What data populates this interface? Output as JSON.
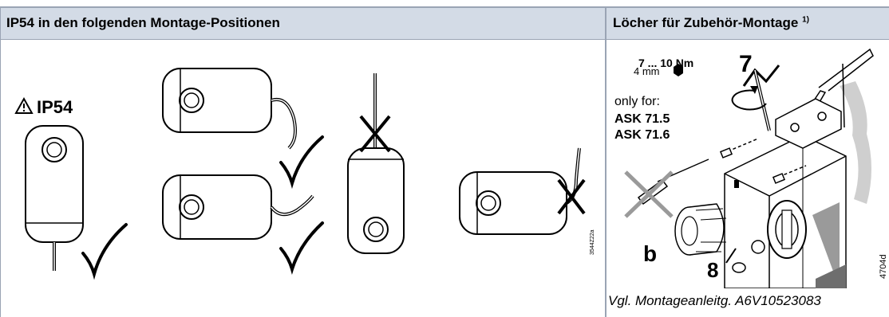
{
  "header": {
    "left_title": "IP54 in den folgenden Montage-Positionen",
    "right_title": "Löcher für Zubehör-Montage",
    "right_footnote": "1)"
  },
  "left_panel": {
    "ip_label": "IP54",
    "figure_code": "3544Z22a"
  },
  "right_panel": {
    "torque": "7 ... 10 Nm",
    "hex_size": "4 mm",
    "step_7": "7",
    "step_8": "8",
    "part_b": "b",
    "only_for": "only for:",
    "model_1": "ASK 71.5",
    "model_2": "ASK 71.6",
    "figure_code": "4704d",
    "caption": "Vgl. Montageanleitg. A6V10523083"
  }
}
